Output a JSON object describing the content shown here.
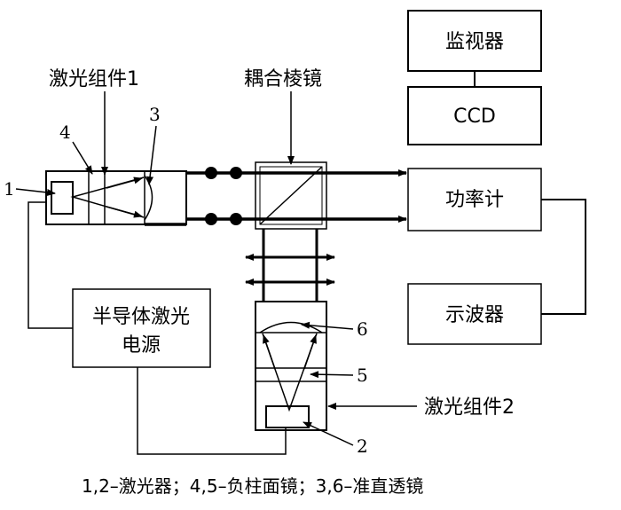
{
  "boxes": {
    "monitor": "监视器",
    "ccd": "CCD",
    "power_meter": "功率计",
    "oscilloscope": "示波器",
    "power_supply_line1": "半导体激光",
    "power_supply_line2": "电源"
  },
  "labels": {
    "laser_assembly_1": "激光组件1",
    "laser_assembly_2": "激光组件2",
    "coupling_prism": "耦合棱镜"
  },
  "numbers": {
    "n1": "1",
    "n2": "2",
    "n3": "3",
    "n4": "4",
    "n5": "5",
    "n6": "6"
  },
  "caption": "1,2–激光器；4,5–负柱面镜；3,6–准直透镜",
  "colors": {
    "line": "#000000",
    "background": "#ffffff"
  }
}
